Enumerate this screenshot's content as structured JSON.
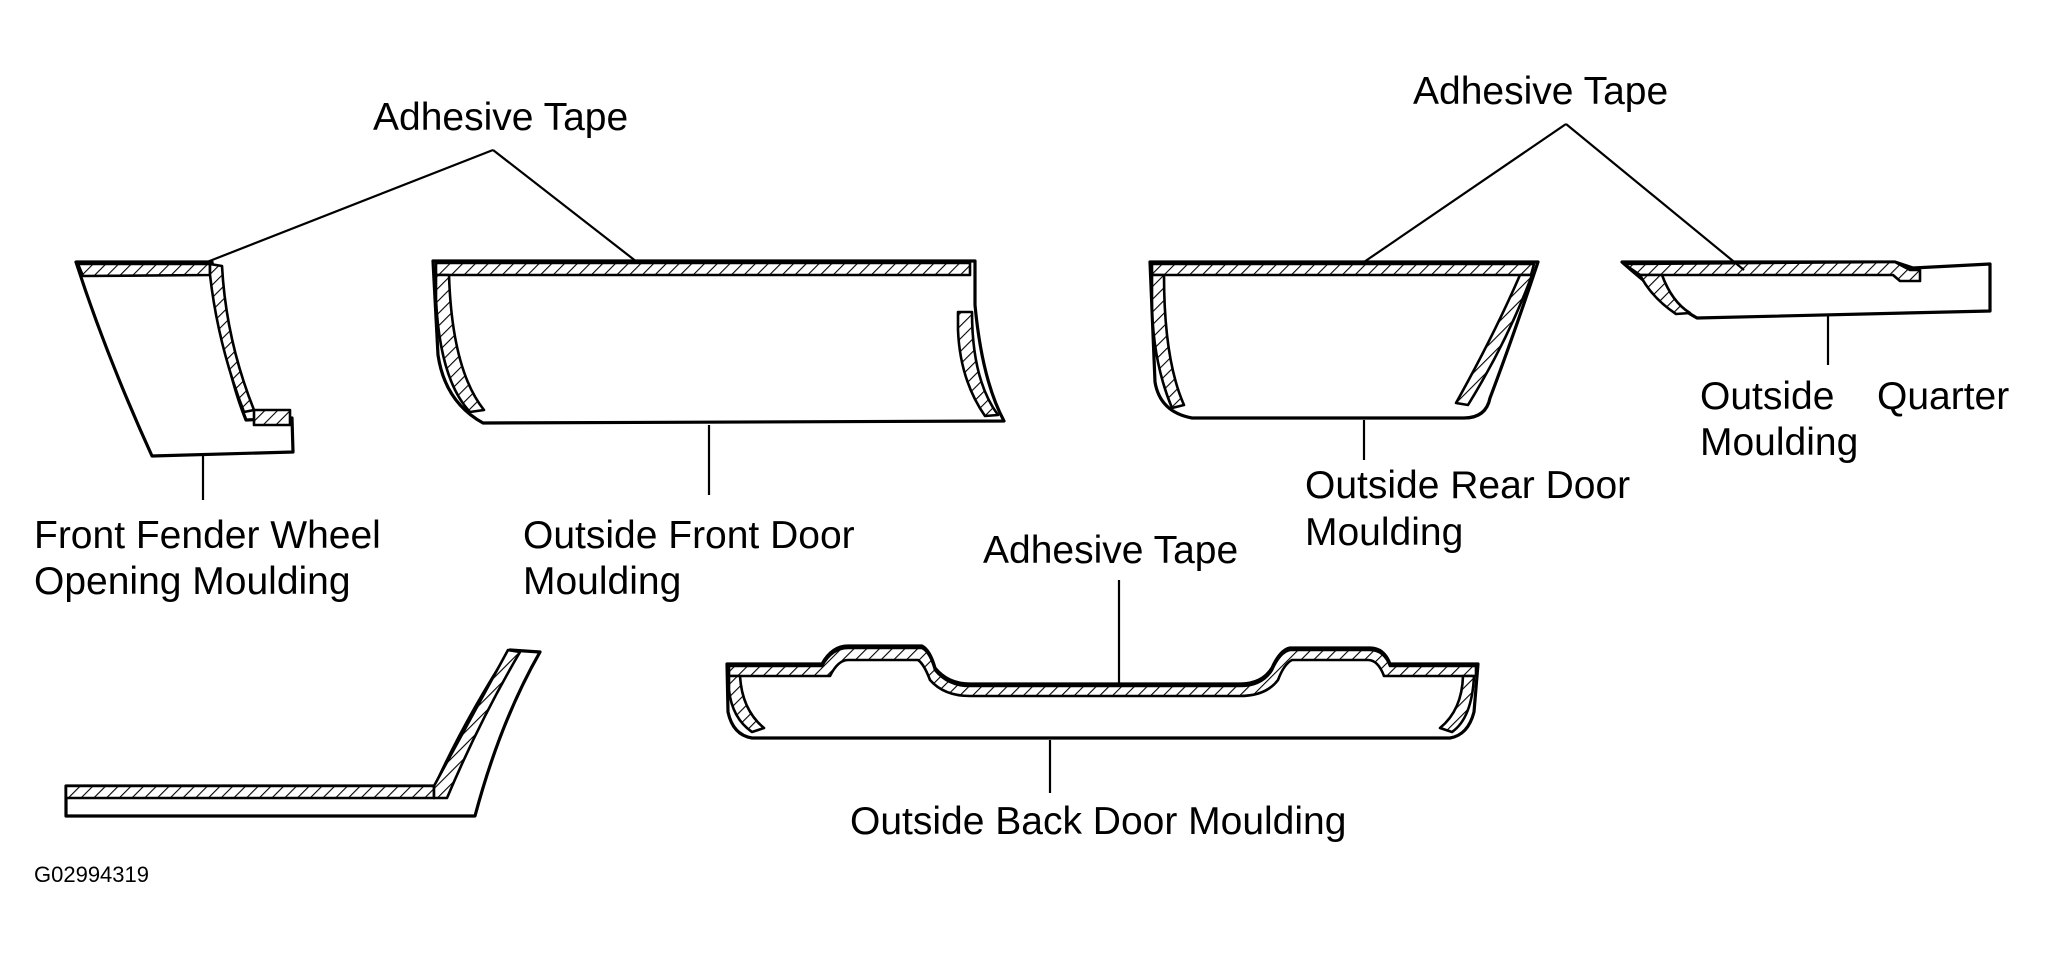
{
  "labels": {
    "adhesive_tape_1": "Adhesive Tape",
    "adhesive_tape_2": "Adhesive Tape",
    "adhesive_tape_3": "Adhesive Tape",
    "front_fender_line1": "Front Fender Wheel",
    "front_fender_line2": "Opening Moulding",
    "front_door_line1": "Outside Front Door",
    "front_door_line2": "Moulding",
    "rear_door_line1": "Outside Rear Door",
    "rear_door_line2": "Moulding",
    "quarter_line1a": "Outside",
    "quarter_line1b": "Quarter",
    "quarter_line2": "Moulding",
    "back_door": "Outside Back Door Moulding"
  },
  "figure_code": "G02994319",
  "colors": {
    "ink": "#000000",
    "paper": "#ffffff"
  }
}
